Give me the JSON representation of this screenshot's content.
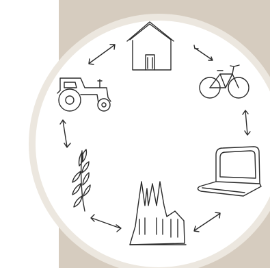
{
  "colors": {
    "background": "#ffffff",
    "panel": "#d6ccbf",
    "ring": "#ece7df",
    "circle": "#ffffff",
    "ink": "#2a2a2a"
  },
  "nodes": [
    {
      "id": "house",
      "icon": "house-icon"
    },
    {
      "id": "bicycle",
      "icon": "bicycle-icon"
    },
    {
      "id": "laptop",
      "icon": "laptop-icon"
    },
    {
      "id": "church",
      "icon": "church-icon"
    },
    {
      "id": "wheat",
      "icon": "wheat-icon"
    },
    {
      "id": "tractor",
      "icon": "tractor-icon"
    }
  ],
  "connections": [
    {
      "from": "house",
      "to": "bicycle",
      "type": "bidirectional"
    },
    {
      "from": "bicycle",
      "to": "laptop",
      "type": "bidirectional"
    },
    {
      "from": "laptop",
      "to": "church",
      "type": "bidirectional"
    },
    {
      "from": "church",
      "to": "wheat",
      "type": "bidirectional"
    },
    {
      "from": "wheat",
      "to": "tractor",
      "type": "bidirectional"
    },
    {
      "from": "tractor",
      "to": "house",
      "type": "bidirectional"
    }
  ]
}
